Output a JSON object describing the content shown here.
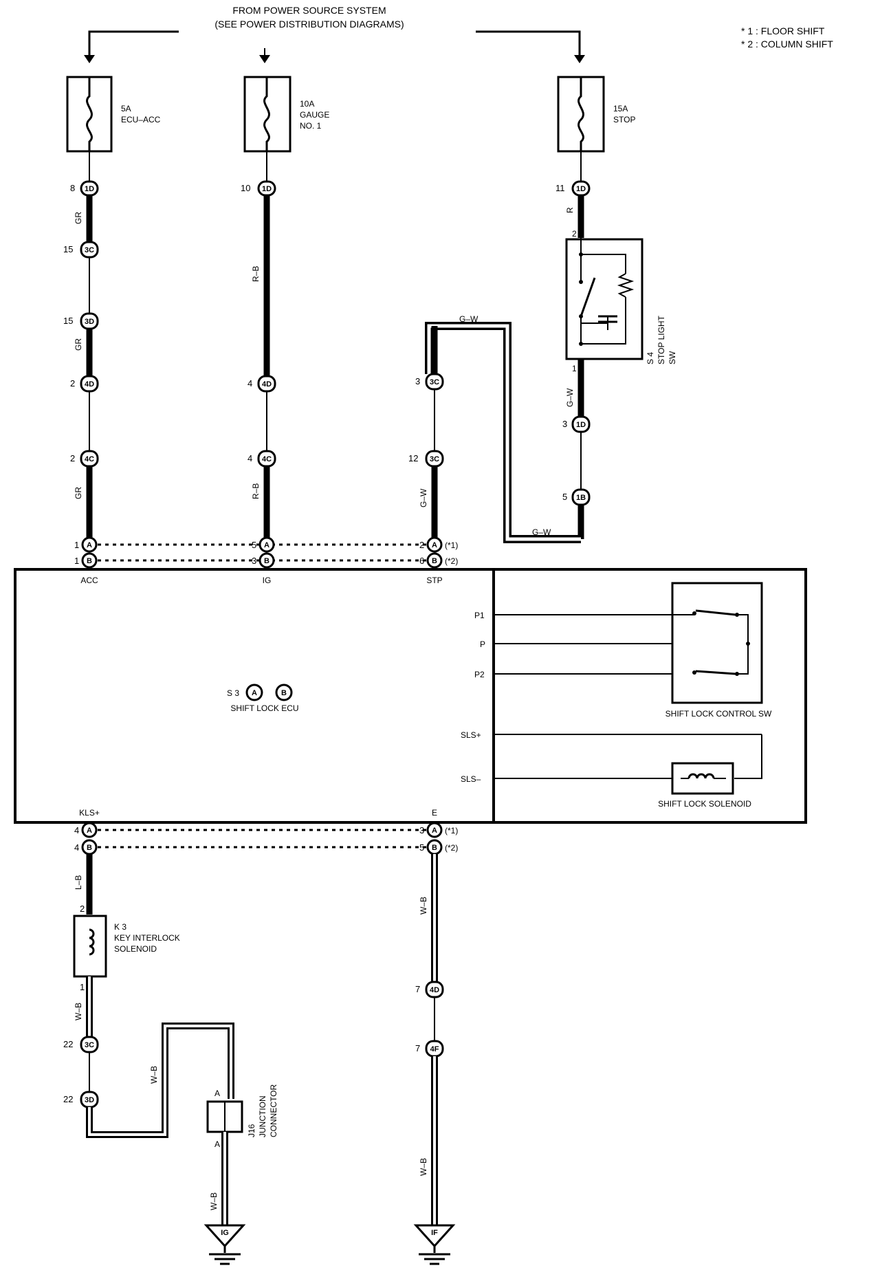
{
  "header": {
    "line1": "FROM POWER SOURCE SYSTEM",
    "line2": "(SEE POWER DISTRIBUTION DIAGRAMS)"
  },
  "notes": {
    "n1": "* 1 : FLOOR SHIFT",
    "n2": "* 2 : COLUMN SHIFT"
  },
  "fuses": {
    "f1": {
      "amp": "5A",
      "name": "ECU–ACC"
    },
    "f2": {
      "amp": "10A",
      "name1": "GAUGE",
      "name2": "NO. 1"
    },
    "f3": {
      "amp": "15A",
      "name": "STOP"
    }
  },
  "wires": {
    "gr": "GR",
    "rb": "R–B",
    "gw": "G–W",
    "r": "R",
    "lb": "L–B",
    "wb": "W–B"
  },
  "connectors": {
    "c1d": "1D",
    "c3c": "3C",
    "c3d": "3D",
    "c4d": "4D",
    "c4c": "4C",
    "c1b": "1B",
    "ca": "A",
    "cb": "B",
    "c4f": "4F"
  },
  "pins": {
    "p8": "8",
    "p10": "10",
    "p11": "11",
    "p15a": "15",
    "p15b": "15",
    "p2a": "2",
    "p4a": "4",
    "p3a": "3",
    "p2b": "2",
    "p4b": "4",
    "p12": "12",
    "p3b": "3",
    "p5a": "5",
    "p1a": "1",
    "p5b": "5",
    "p2c": "2",
    "p1b": "1",
    "p3c": "3",
    "p6": "6",
    "p4c": "4",
    "p3d": "3",
    "p4d": "4",
    "p5c": "5",
    "p2d": "2",
    "p1c": "1",
    "p22a": "22",
    "p22b": "22",
    "p7a": "7",
    "p7b": "7",
    "sw2": "2",
    "sw1": "1"
  },
  "notes_tags": {
    "t1": "(*1)",
    "t2": "(*2)",
    "t3": "(*1)",
    "t4": "(*2)"
  },
  "ecu": {
    "acc": "ACC",
    "ig": "IG",
    "stp": "STP",
    "kls": "KLS+",
    "e": "E",
    "p1": "P1",
    "p": "P",
    "p2": "P2",
    "slsp": "SLS+",
    "slsm": "SLS–",
    "id": "S 3",
    "name": "SHIFT LOCK ECU"
  },
  "components": {
    "stop_sw_id": "S 4",
    "stop_sw_1": "STOP LIGHT",
    "stop_sw_2": "SW",
    "shift_sw": "SHIFT LOCK CONTROL SW",
    "solenoid": "SHIFT LOCK SOLENOID",
    "k3_id": "K 3",
    "k3_1": "KEY INTERLOCK",
    "k3_2": "SOLENOID",
    "j16_id": "J16",
    "j16_1": "JUNCTION",
    "j16_2": "CONNECTOR",
    "jA1": "A",
    "jA2": "A",
    "gnd_ig": "IG",
    "gnd_if": "IF"
  }
}
